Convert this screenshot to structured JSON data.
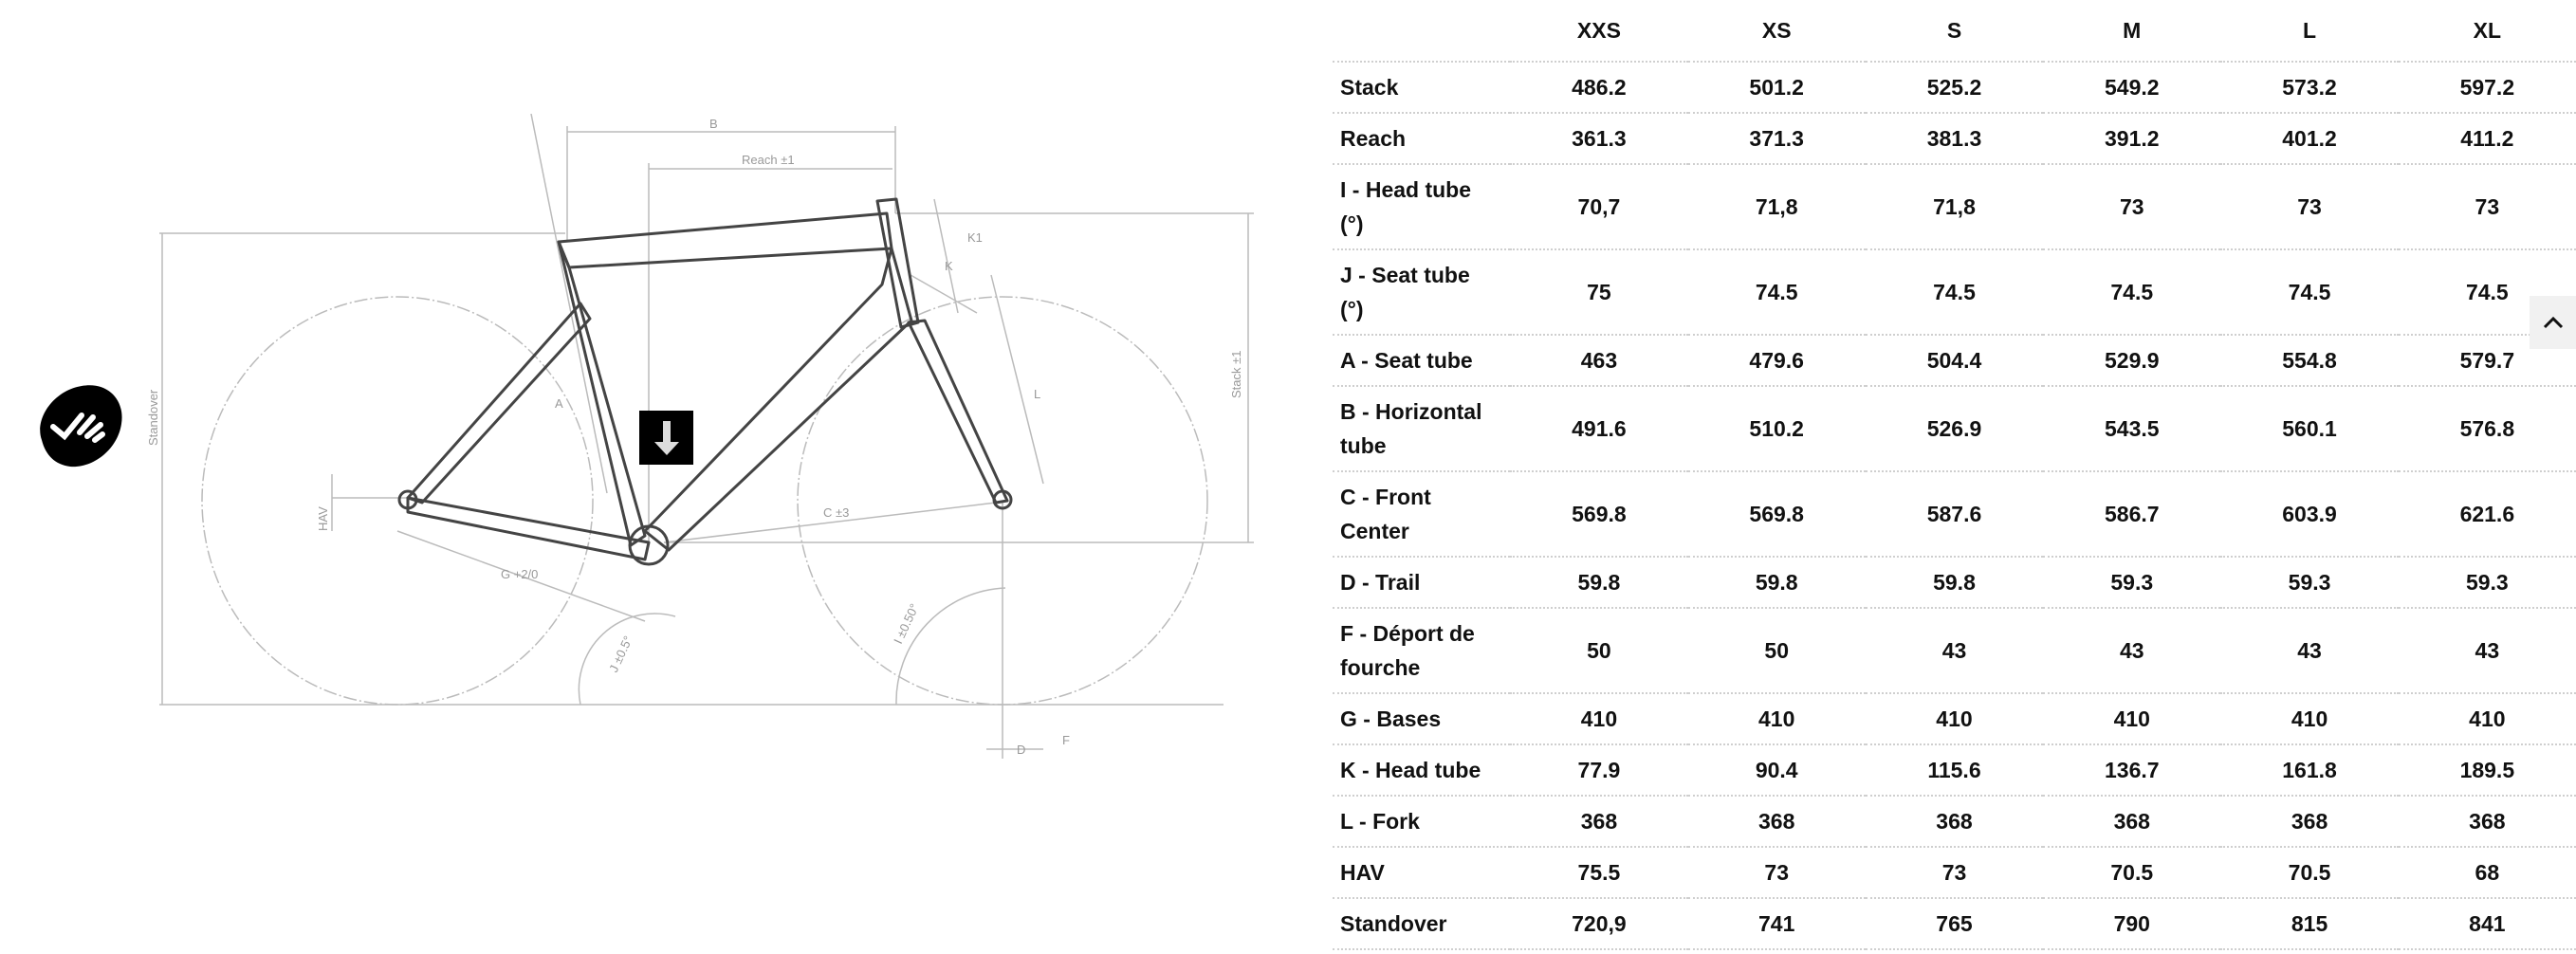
{
  "diagram": {
    "labels": {
      "standover": "Standover",
      "stack": "Stack ±1",
      "reach": "Reach ±1",
      "b": "B",
      "hav": "HAV",
      "a": "A",
      "c": "C ±3",
      "g": "G +2/0",
      "j": "J ±0.5°",
      "i": "I ±0.50°",
      "k": "K",
      "k1": "K1",
      "l": "L",
      "f": "F",
      "d": "D"
    },
    "download_icon": "arrow-down-icon"
  },
  "logo": {
    "icon": "check-badge-logo"
  },
  "table": {
    "sizes": [
      "XXS",
      "XS",
      "S",
      "M",
      "L",
      "XL"
    ],
    "rows": [
      {
        "label": "Stack",
        "values": [
          "486.2",
          "501.2",
          "525.2",
          "549.2",
          "573.2",
          "597.2"
        ]
      },
      {
        "label": "Reach",
        "values": [
          "361.3",
          "371.3",
          "381.3",
          "391.2",
          "401.2",
          "411.2"
        ]
      },
      {
        "label": "I - Head tube (°)",
        "values": [
          "70,7",
          "71,8",
          "71,8",
          "73",
          "73",
          "73"
        ]
      },
      {
        "label": "J - Seat tube (°)",
        "values": [
          "75",
          "74.5",
          "74.5",
          "74.5",
          "74.5",
          "74.5"
        ]
      },
      {
        "label": "A - Seat tube",
        "values": [
          "463",
          "479.6",
          "504.4",
          "529.9",
          "554.8",
          "579.7"
        ]
      },
      {
        "label": "B - Horizontal tube",
        "values": [
          "491.6",
          "510.2",
          "526.9",
          "543.5",
          "560.1",
          "576.8"
        ]
      },
      {
        "label": "C - Front Center",
        "values": [
          "569.8",
          "569.8",
          "587.6",
          "586.7",
          "603.9",
          "621.6"
        ]
      },
      {
        "label": "D - Trail",
        "values": [
          "59.8",
          "59.8",
          "59.8",
          "59.3",
          "59.3",
          "59.3"
        ]
      },
      {
        "label": "F - Déport de fourche",
        "values": [
          "50",
          "50",
          "43",
          "43",
          "43",
          "43"
        ]
      },
      {
        "label": "G - Bases",
        "values": [
          "410",
          "410",
          "410",
          "410",
          "410",
          "410"
        ]
      },
      {
        "label": "K - Head tube",
        "values": [
          "77.9",
          "90.4",
          "115.6",
          "136.7",
          "161.8",
          "189.5"
        ]
      },
      {
        "label": "L - Fork",
        "values": [
          "368",
          "368",
          "368",
          "368",
          "368",
          "368"
        ]
      },
      {
        "label": "HAV",
        "values": [
          "75.5",
          "73",
          "73",
          "70.5",
          "70.5",
          "68"
        ]
      },
      {
        "label": "Standover",
        "values": [
          "720,9",
          "741",
          "765",
          "790",
          "815",
          "841"
        ]
      }
    ]
  },
  "scroll_top": {
    "icon": "chevron-up-icon"
  }
}
